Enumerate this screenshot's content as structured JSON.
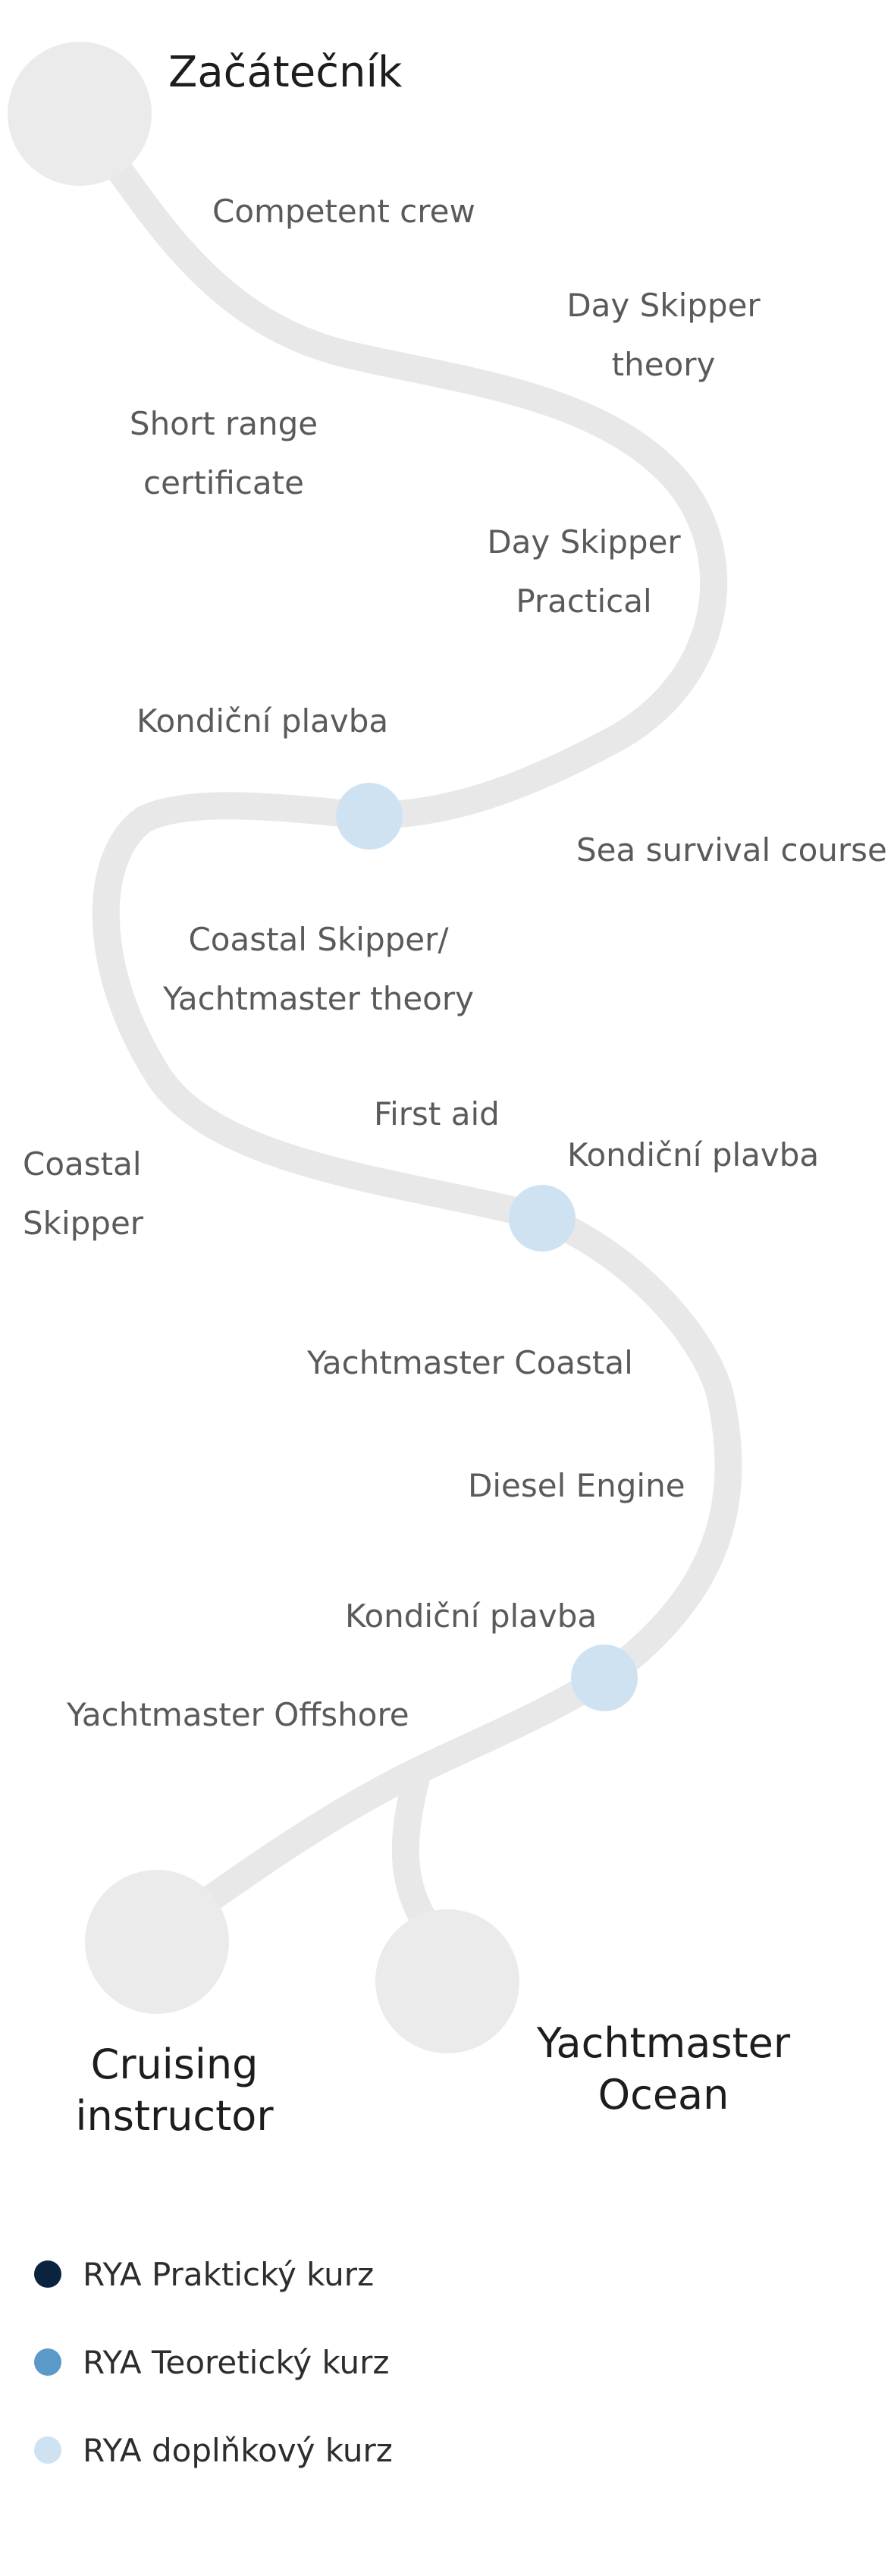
{
  "titles": {
    "start": "Začátečník",
    "cruising": [
      "Cruising",
      "instructor"
    ],
    "ocean": [
      "Yachtmaster",
      "Ocean"
    ]
  },
  "courses": {
    "competent_crew": [
      "Competent crew"
    ],
    "day_skipper_theory": [
      "Day Skipper",
      "theory"
    ],
    "short_range": [
      "Short range",
      "certificate"
    ],
    "day_skipper_practical": [
      "Day Skipper",
      "Practical"
    ],
    "kondicni_1": [
      "Kondiční plavba"
    ],
    "sea_survival": [
      "Sea survival course"
    ],
    "coastal_theory": [
      "Coastal Skipper/",
      "Yachtmaster theory"
    ],
    "first_aid": [
      "First aid"
    ],
    "kondicni_2": [
      "Kondiční plavba"
    ],
    "coastal_skipper": [
      "Coastal",
      "Skipper"
    ],
    "ym_coastal": [
      "Yachtmaster Coastal"
    ],
    "diesel": [
      "Diesel Engine"
    ],
    "kondicni_3": [
      "Kondiční plavba"
    ],
    "ym_offshore": [
      "Yachtmaster Offshore"
    ]
  },
  "legend": [
    {
      "label": "RYA Praktický kurz",
      "color": "#0c2340"
    },
    {
      "label": "RYA Teoretický kurz",
      "color": "#5b9ac8"
    },
    {
      "label": "RYA doplňkový kurz",
      "color": "#cfe2f1"
    }
  ],
  "colors": {
    "path": "#e8e8e8",
    "milestone": "#ebebeb",
    "supplementary": "#cfe2f1"
  }
}
